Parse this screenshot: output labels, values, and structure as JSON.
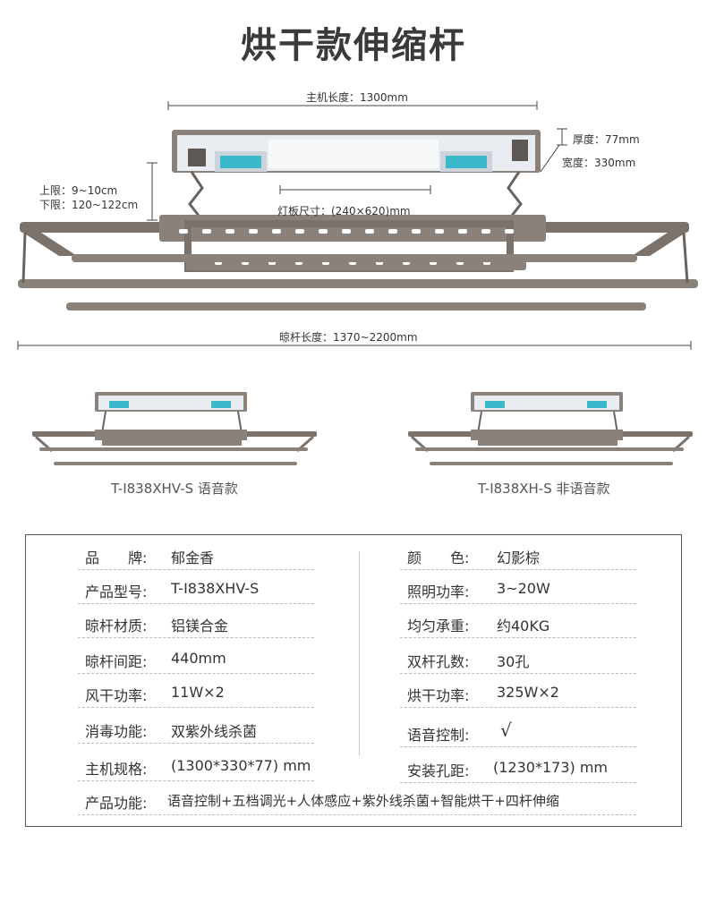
{
  "title": "烘干款伸缩杆",
  "dimensions": {
    "host_length": "主机长度：1300mm",
    "thickness": "厚度：77mm",
    "width": "宽度：330mm",
    "upper_limit": "上限：9~10cm",
    "lower_limit": "下限：120~122cm",
    "panel_size": "灯板尺寸：(240×620)mm",
    "rod_length": "晾杆长度：1370~2200mm"
  },
  "models": [
    {
      "label": "T-I838XHV-S 语音款"
    },
    {
      "label": "T-I838XH-S 非语音款"
    }
  ],
  "specs": {
    "left": [
      {
        "label": "品　　牌:",
        "value": "郁金香"
      },
      {
        "label": "产品型号:",
        "value": "T-I838XHV-S"
      },
      {
        "label": "晾杆材质:",
        "value": "铝镁合金"
      },
      {
        "label": "晾杆间距:",
        "value": "440mm"
      },
      {
        "label": "风干功率:",
        "value": "11W×2"
      },
      {
        "label": "消毒功能:",
        "value": "双紫外线杀菌"
      },
      {
        "label": "主机规格:",
        "value": "(1300*330*77) mm"
      }
    ],
    "right": [
      {
        "label": "颜　　色:",
        "value": "幻影棕"
      },
      {
        "label": "照明功率:",
        "value": "3~20W"
      },
      {
        "label": "均匀承重:",
        "value": "约40KG"
      },
      {
        "label": "双杆孔数:",
        "value": "30孔"
      },
      {
        "label": "烘干功率:",
        "value": "325W×2"
      },
      {
        "label": "语音控制:",
        "value": "√"
      },
      {
        "label": "安装孔距:",
        "value": "(1230*173) mm"
      }
    ],
    "function_label": "产品功能:",
    "function_value": "语音控制+五档调光+人体感应+紫外线杀菌+智能烘干+四杆伸缩"
  },
  "colors": {
    "frame": "#7b726b",
    "frame_dark": "#5f5751",
    "uv": "#3bb8c9"
  }
}
